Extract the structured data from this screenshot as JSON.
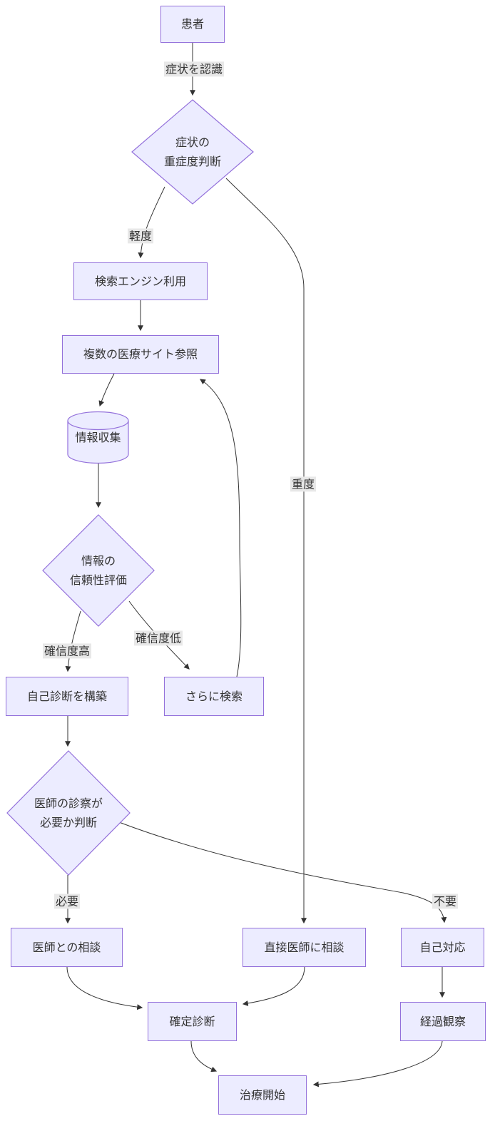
{
  "diagram": {
    "type": "flowchart",
    "direction": "top-down",
    "language": "ja",
    "topic": "患者の症状自己診断から治療開始までのフロー"
  },
  "nodes": {
    "patient": {
      "label": "患者",
      "shape": "rectangle"
    },
    "severity_decision": {
      "label": "症状の\n重症度判断",
      "shape": "diamond"
    },
    "search_engine": {
      "label": "検索エンジン利用",
      "shape": "rectangle"
    },
    "medical_sites": {
      "label": "複数の医療サイト参照",
      "shape": "rectangle"
    },
    "info_collection": {
      "label": "情報収集",
      "shape": "cylinder"
    },
    "reliability_eval": {
      "label": "情報の\n信頼性評価",
      "shape": "diamond"
    },
    "self_diagnosis": {
      "label": "自己診断を構築",
      "shape": "rectangle"
    },
    "search_more": {
      "label": "さらに検索",
      "shape": "rectangle"
    },
    "doctor_need_decision": {
      "label": "医師の診察が\n必要か判断",
      "shape": "diamond"
    },
    "doctor_consult": {
      "label": "医師との相談",
      "shape": "rectangle"
    },
    "direct_doctor_consult": {
      "label": "直接医師に相談",
      "shape": "rectangle"
    },
    "self_care": {
      "label": "自己対応",
      "shape": "rectangle"
    },
    "confirmed_diagnosis": {
      "label": "確定診断",
      "shape": "rectangle"
    },
    "follow_up": {
      "label": "経過観察",
      "shape": "rectangle"
    },
    "treatment_start": {
      "label": "治療開始",
      "shape": "rectangle"
    }
  },
  "edge_labels": {
    "recognize_symptoms": "症状を認識",
    "mild": "軽度",
    "severe": "重度",
    "high_confidence": "確信度高",
    "low_confidence": "確信度低",
    "needed": "必要",
    "not_needed": "不要"
  },
  "colors": {
    "node_fill": "#ECECFF",
    "node_border": "#9370DB",
    "edge_line": "#333333",
    "edge_label_background": "#e8e8e8",
    "text": "#333333",
    "background": "#ffffff"
  }
}
